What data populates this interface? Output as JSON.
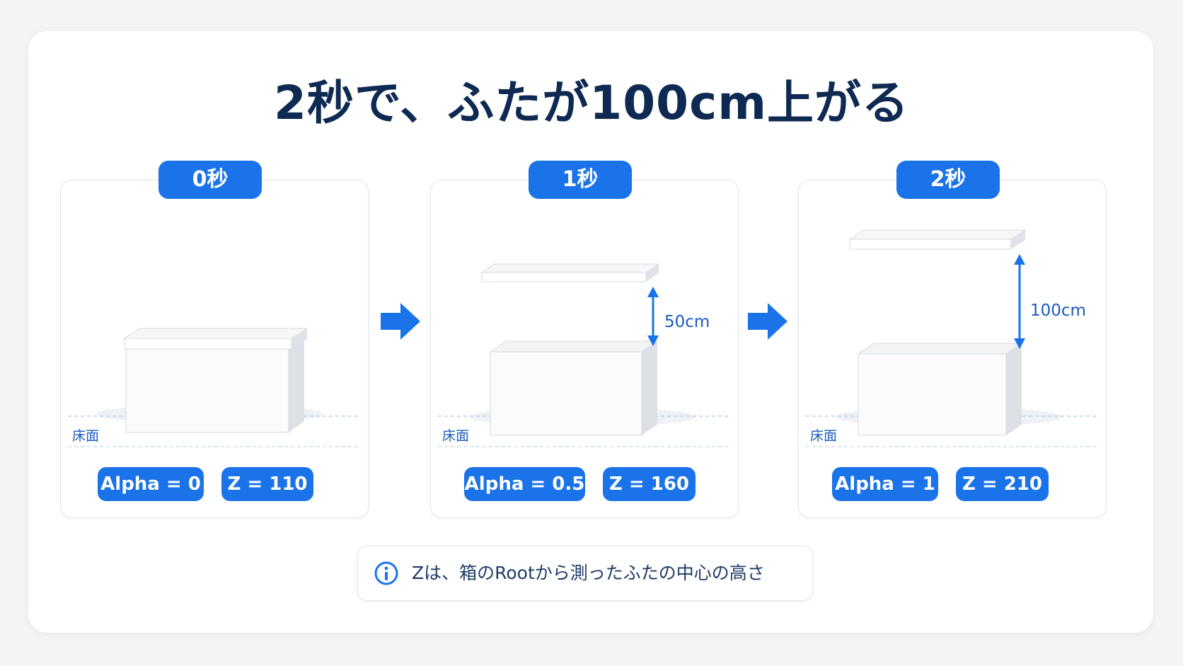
{
  "title": "2秒で、ふたが100cm上がる",
  "floor_label": "床面",
  "panels": [
    {
      "time": "0秒",
      "alpha": "Alpha = 0",
      "z": "Z = 110"
    },
    {
      "time": "1秒",
      "alpha": "Alpha = 0.5",
      "z": "Z = 160",
      "distance": "50cm"
    },
    {
      "time": "2秒",
      "alpha": "Alpha = 1",
      "z": "Z = 210",
      "distance": "100cm"
    }
  ],
  "note": {
    "icon": "info-icon",
    "text": "Zは、箱のRootから測ったふたの中心の高さ"
  },
  "colors": {
    "accent": "#1a73e8",
    "title": "#0f2a52",
    "label": "#1a5bbf"
  }
}
